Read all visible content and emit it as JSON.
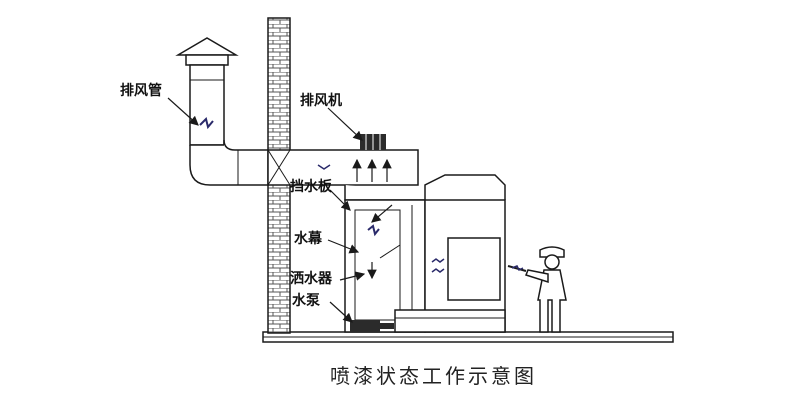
{
  "labels": {
    "exhaust_pipe": "排风管",
    "exhaust_fan": "排风机",
    "water_baffle": "挡水板",
    "water_curtain": "水幕",
    "water_distributor": "洒水器",
    "water_pump": "水泵"
  },
  "caption": "喷漆状态工作示意图",
  "colors": {
    "line": "#1a1a1a",
    "fill": "#ffffff",
    "fan": "#2b2b2b",
    "airflow": "#2a2a6a",
    "brick": "#555555"
  }
}
